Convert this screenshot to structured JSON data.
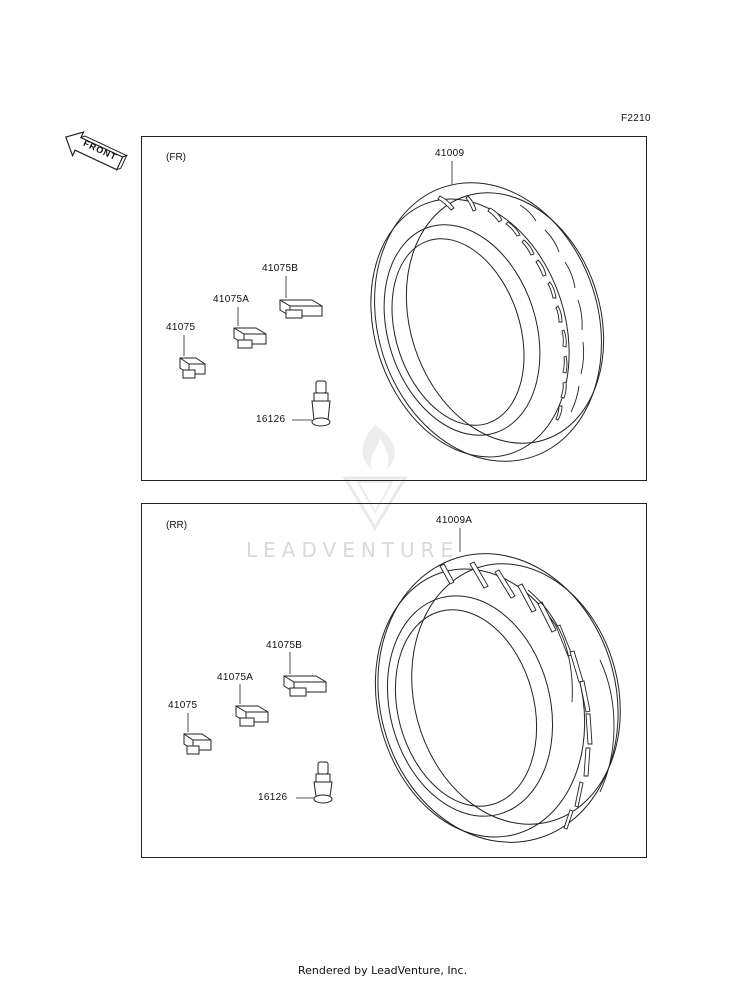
{
  "figure_code": "F2210",
  "front_arrow_text": "FRONT",
  "watermark_text": "LEADVENTURE",
  "footer_text": "Rendered by LeadVenture, Inc.",
  "sections": [
    {
      "label": "(FR)",
      "parts": {
        "tire": "41009",
        "weight_b": "41075B",
        "weight_a": "41075A",
        "weight": "41075",
        "valve": "16126"
      }
    },
    {
      "label": "(RR)",
      "parts": {
        "tire": "41009A",
        "weight_b": "41075B",
        "weight_a": "41075A",
        "weight": "41075",
        "valve": "16126"
      }
    }
  ]
}
